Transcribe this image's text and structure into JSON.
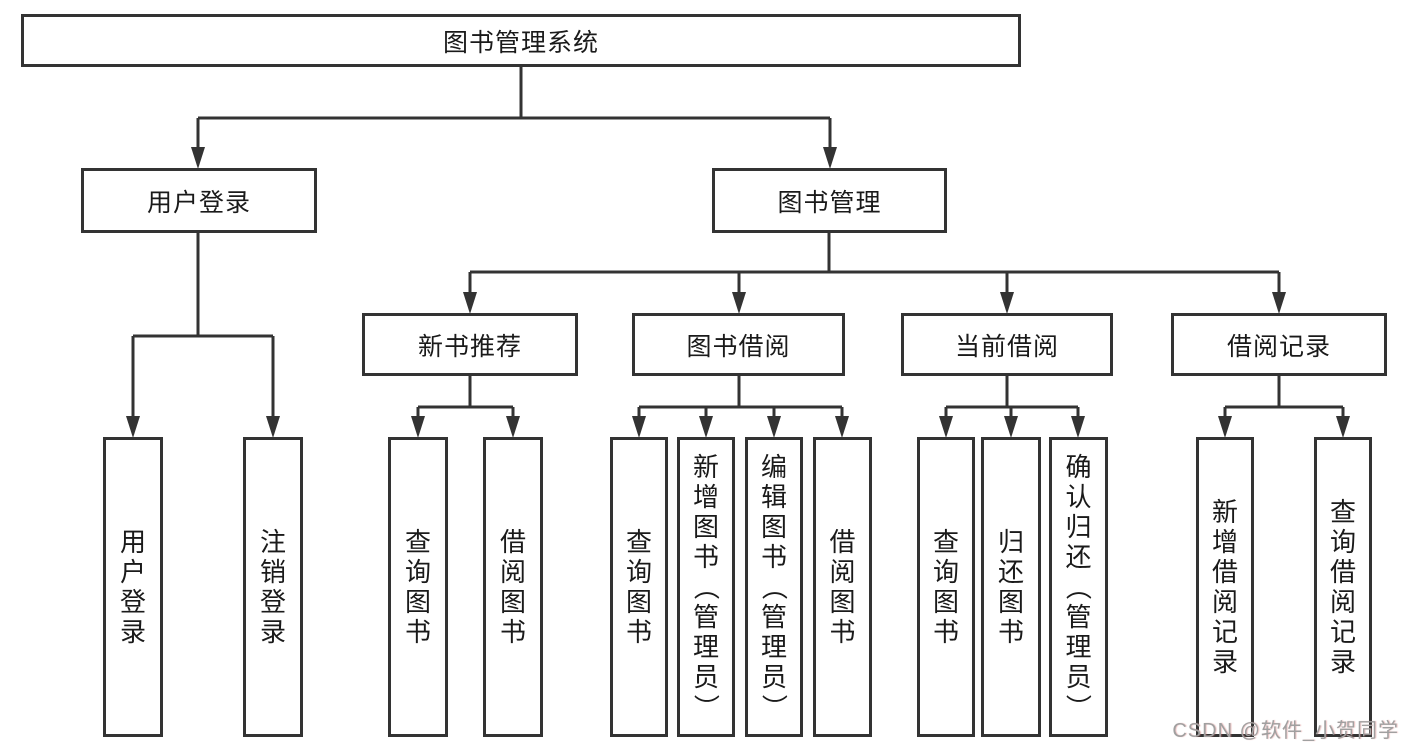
{
  "diagram": {
    "title": "图书管理系统",
    "tree": {
      "label": "图书管理系统",
      "children": [
        {
          "label": "用户登录",
          "children": [
            {
              "label": "用户登录"
            },
            {
              "label": "注销登录"
            }
          ]
        },
        {
          "label": "图书管理",
          "children": [
            {
              "label": "新书推荐",
              "children": [
                {
                  "label": "查询图书"
                },
                {
                  "label": "借阅图书"
                }
              ]
            },
            {
              "label": "图书借阅",
              "children": [
                {
                  "label": "查询图书"
                },
                {
                  "label": "新增图书（管理员）"
                },
                {
                  "label": "编辑图书（管理员）"
                },
                {
                  "label": "借阅图书"
                }
              ]
            },
            {
              "label": "当前借阅",
              "children": [
                {
                  "label": "查询图书"
                },
                {
                  "label": "归还图书"
                },
                {
                  "label": "确认归还（管理员）"
                }
              ]
            },
            {
              "label": "借阅记录",
              "children": [
                {
                  "label": "新增借阅记录"
                },
                {
                  "label": "查询借阅记录"
                }
              ]
            }
          ]
        }
      ]
    },
    "line_color": "#333333",
    "box_background": "#ffffff"
  },
  "watermark": {
    "text": "CSDN @软件_小贺同学",
    "color": "#a0a0a0"
  }
}
